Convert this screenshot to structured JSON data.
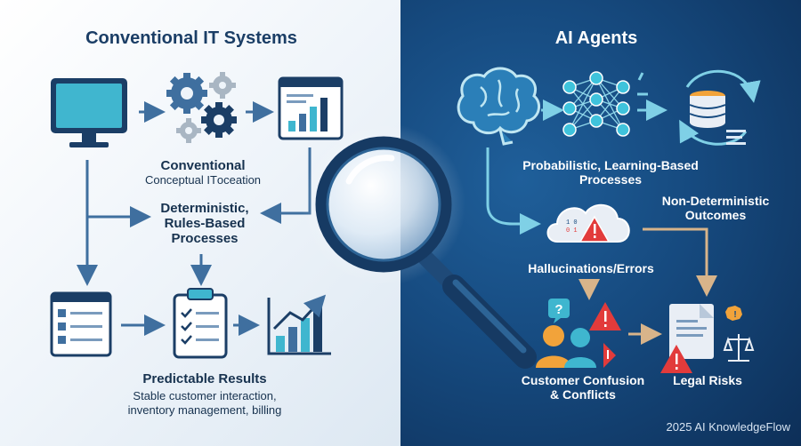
{
  "left": {
    "title": "Conventional IT Systems",
    "conventional_heading": "Conventional",
    "conventional_sub": "Conceptual ITоceation",
    "deterministic_line1": "Deterministic,",
    "deterministic_line2": "Rules-Based",
    "deterministic_line3": "Processes",
    "results_heading": "Predictable Results",
    "results_sub_line1": "Stable customer interaction,",
    "results_sub_line2": "inventory management, billing"
  },
  "right": {
    "title": "AI Agents",
    "probabilistic_line1": "Probabilistic, Learning-Based",
    "probabilistic_line2": "Processes",
    "nondeterministic_line1": "Non-Deterministic",
    "nondeterministic_line2": "Outcomes",
    "hallucinations": "Hallucinations/Errors",
    "confusion_line1": "Customer Confusion",
    "confusion_line2": "& Conflicts",
    "legal": "Legal Risks"
  },
  "footer": {
    "credit": "2025 AI KnowledgeFlow"
  },
  "icons": {
    "monitor": "monitor-icon",
    "gears": "gears-icon",
    "dashboard": "dashboard-chart-icon",
    "list": "list-document-icon",
    "checklist": "clipboard-checklist-icon",
    "growth": "growth-chart-icon",
    "brain": "brain-icon",
    "network": "neural-network-icon",
    "database": "database-cycle-icon",
    "cloud": "cloud-warning-icon",
    "people": "confused-people-icon",
    "legal": "legal-document-icon",
    "magnifier": "magnifying-glass-icon"
  },
  "colors": {
    "left_background": "#eef4fa",
    "right_background": "#164a7f",
    "dark_navy": "#1b3e66",
    "steel_blue": "#3f6f9f",
    "teal": "#3fb6cf",
    "warning_red": "#e23b3b",
    "warning_orange": "#f2a33a",
    "arrow_tan": "#d8b48a"
  }
}
